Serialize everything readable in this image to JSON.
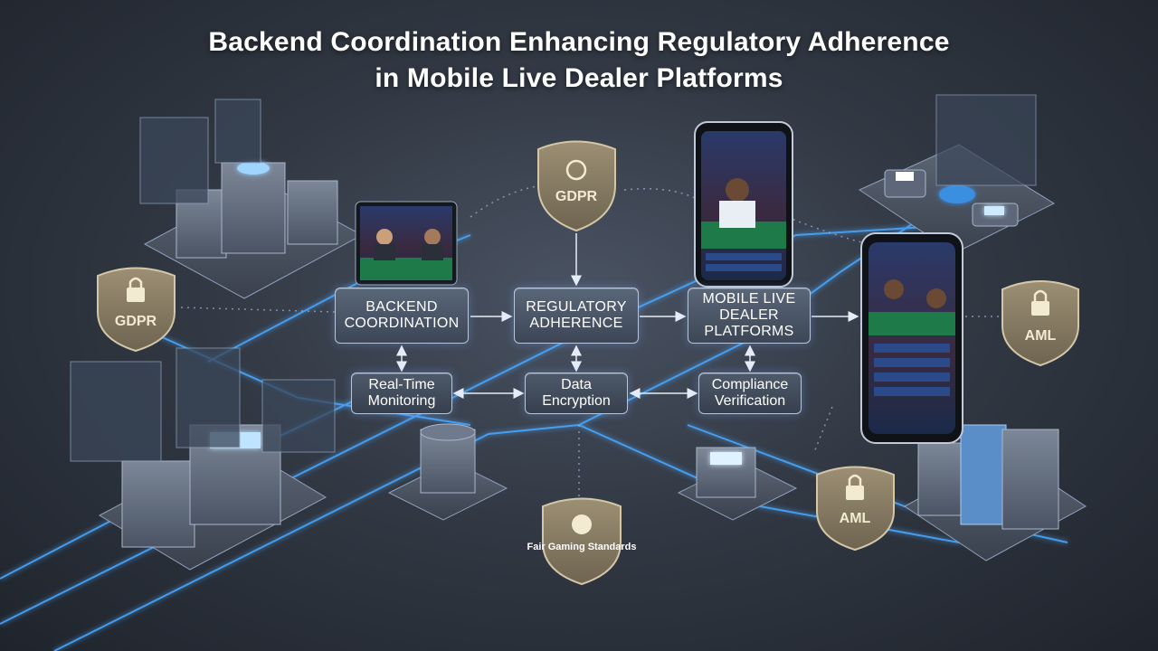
{
  "title": {
    "line1": "Backend Coordination Enhancing Regulatory Adherence",
    "line2": "in Mobile Live Dealer Platforms"
  },
  "nodes": {
    "backend": "BACKEND COORDINATION",
    "regulatory": "REGULATORY ADHERENCE",
    "mobile": "MOBILE LIVE DEALER PLATFORMS",
    "monitoring": "Real-Time Monitoring",
    "encryption": "Data Encryption",
    "compliance": "Compliance Verification"
  },
  "shields": {
    "gdpr_top": "GDPR",
    "gdpr_left": "GDPR",
    "aml_right": "AML",
    "aml_bottom": "AML",
    "fair_gaming": "Fair Gaming Standards"
  },
  "colors": {
    "accent": "#4aa8ff",
    "shield_fill": "#8a7e66",
    "felt": "#1f7a4a"
  }
}
